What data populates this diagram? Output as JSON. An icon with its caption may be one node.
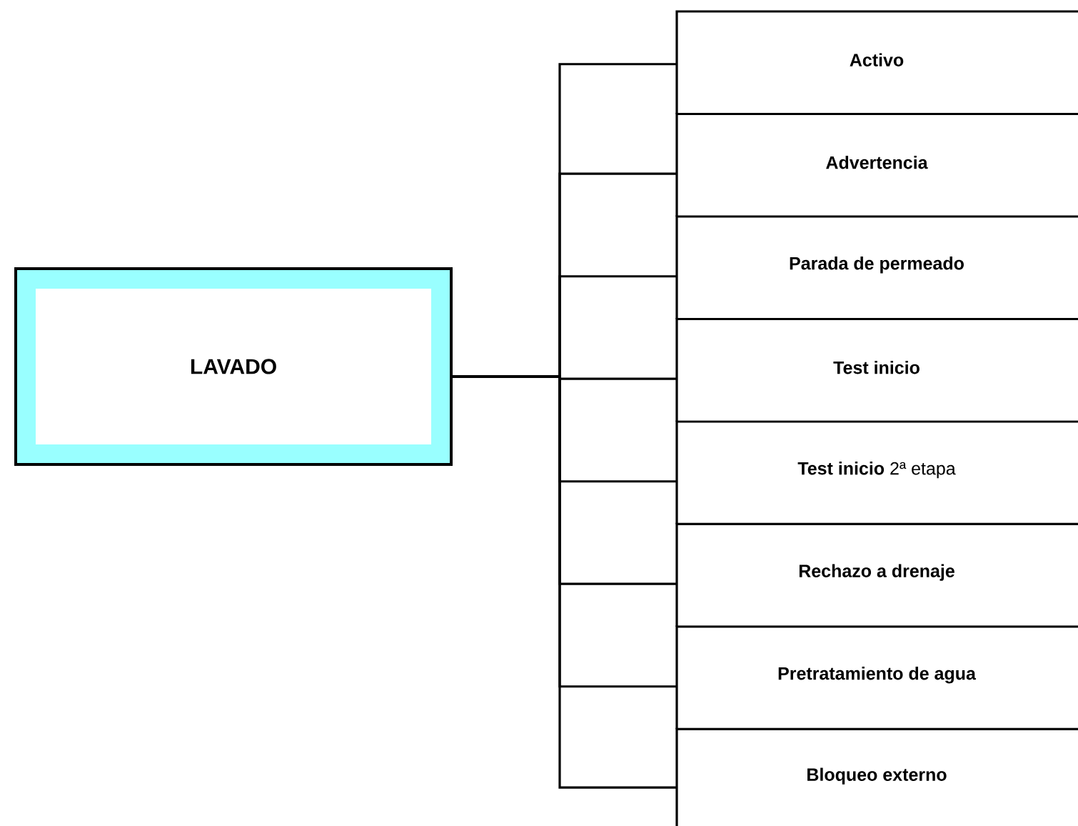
{
  "diagram": {
    "nodes": [
      {
        "text": [
          "LAVADO"
        ]
      },
      {
        "text": [
          "Activo"
        ]
      },
      {
        "text": [
          "Advertencia"
        ]
      },
      {
        "text": [
          "Parada de permeado"
        ]
      },
      {
        "text": [
          "Test inicio"
        ]
      },
      {
        "text": [
          "**Test inicio** 2ª etapa"
        ]
      },
      {
        "text": [
          "Rechazo a drenaje"
        ]
      },
      {
        "text": [
          "Pretratamiento de agua"
        ]
      },
      {
        "text": [
          "Bloqueo externo"
        ]
      }
    ],
    "edges": [
      {
        "from": 0,
        "to": 1,
        "arrow": "none"
      },
      {
        "from": 0,
        "to": 2,
        "arrow": "none"
      },
      {
        "from": 0,
        "to": 3,
        "arrow": "none"
      },
      {
        "from": 0,
        "to": 4,
        "arrow": "none"
      },
      {
        "from": 0,
        "to": 5,
        "arrow": "none"
      },
      {
        "from": 0,
        "to": 6,
        "arrow": "none"
      },
      {
        "from": 0,
        "to": 7,
        "arrow": "none"
      },
      {
        "from": 0,
        "to": 8,
        "arrow": "none"
      }
    ]
  }
}
